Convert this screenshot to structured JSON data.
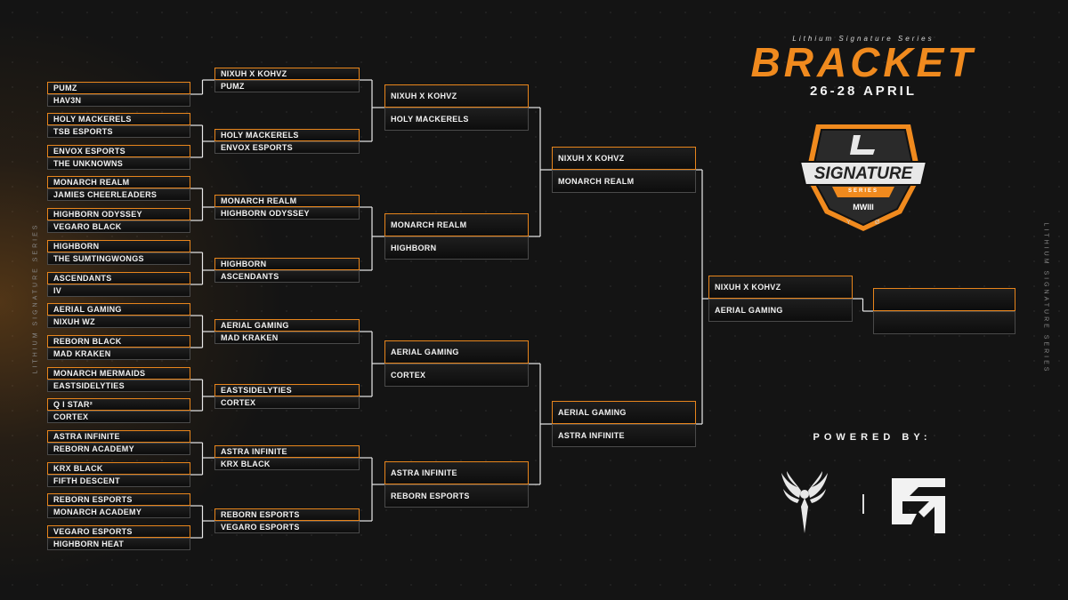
{
  "header": {
    "subtitle": "Lithium Signature Series",
    "title": "BRACKET",
    "dates": "26-28 APRIL"
  },
  "side_label": "Lithium Signature Series",
  "logo": {
    "name": "signature-series-shield",
    "text_main": "SIGNATURE",
    "text_sub": "SERIES",
    "game": "MWIII",
    "brand_color": "#f08a1e"
  },
  "sponsors": {
    "label": "POWERED BY:",
    "items": [
      "valkyrie-wings-logo",
      "em-monogram-logo"
    ]
  },
  "colors": {
    "accent": "#e8851c",
    "slot_border": "#4a4a4a"
  },
  "rounds": {
    "r1": [
      [
        "PUMZ",
        "HAV3N"
      ],
      [
        "HOLY MACKERELS",
        "TSB ESPORTS"
      ],
      [
        "ENVOX ESPORTS",
        "THE UNKNOWNS"
      ],
      [
        "MONARCH REALM",
        "JAMIES CHEERLEADERS"
      ],
      [
        "HIGHBORN ODYSSEY",
        "VEGARO BLACK"
      ],
      [
        "HIGHBORN",
        "THE SUMTINGWONGS"
      ],
      [
        "ASCENDANTS",
        "IV"
      ],
      [
        "AERIAL GAMING",
        "NIXUH WZ"
      ],
      [
        "REBORN BLACK",
        "MAD KRAKEN"
      ],
      [
        "MONARCH MERMAIDS",
        "EASTSIDELYTIES"
      ],
      [
        "Q I STAR²",
        "CORTEX"
      ],
      [
        "ASTRA INFINITE",
        "REBORN ACADEMY"
      ],
      [
        "KRX BLACK",
        "FIFTH DESCENT"
      ],
      [
        "REBORN ESPORTS",
        "MONARCH ACADEMY"
      ],
      [
        "VEGARO ESPORTS",
        "HIGHBORN HEAT"
      ]
    ],
    "r2": [
      [
        "NIXUH X KOHVZ",
        "PUMZ"
      ],
      [
        "HOLY MACKERELS",
        "ENVOX ESPORTS"
      ],
      [
        "MONARCH REALM",
        "HIGHBORN ODYSSEY"
      ],
      [
        "HIGHBORN",
        "ASCENDANTS"
      ],
      [
        "AERIAL GAMING",
        "MAD KRAKEN"
      ],
      [
        "EASTSIDELYTIES",
        "CORTEX"
      ],
      [
        "ASTRA INFINITE",
        "KRX BLACK"
      ],
      [
        "REBORN ESPORTS",
        "VEGARO ESPORTS"
      ]
    ],
    "r3": [
      [
        "NIXUH X KOHVZ",
        "HOLY MACKERELS"
      ],
      [
        "MONARCH REALM",
        "HIGHBORN"
      ],
      [
        "AERIAL GAMING",
        "CORTEX"
      ],
      [
        "ASTRA INFINITE",
        "REBORN ESPORTS"
      ]
    ],
    "r4": [
      [
        "NIXUH X KOHVZ",
        "MONARCH REALM"
      ],
      [
        "AERIAL GAMING",
        "ASTRA INFINITE"
      ]
    ],
    "r5": [
      [
        "NIXUH X KOHVZ",
        "AERIAL GAMING"
      ]
    ],
    "r6": [
      [
        "",
        ""
      ]
    ]
  }
}
